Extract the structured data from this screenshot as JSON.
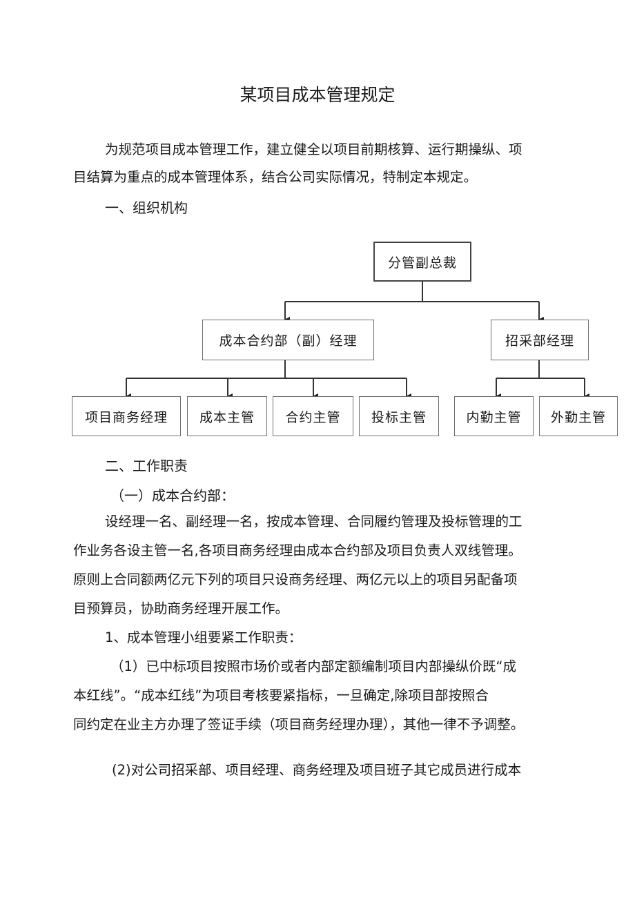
{
  "title": "某项目成本管理规定",
  "intro": {
    "line1": "为规范项目成本管理工作，建立健全以项目前期核算、运行期操纵、项",
    "line2": "目结算为重点的成本管理体系，结合公司实际情况，特制定本规定。"
  },
  "section1": {
    "heading": "一、组织机构"
  },
  "org_chart": {
    "root": "分管副总裁",
    "level2": {
      "left": "成本合约部（副）经理",
      "right": "招采部经理"
    },
    "level3": {
      "n1": "项目商务经理",
      "n2": "成本主管",
      "n3": "合约主管",
      "n4": "投标主管",
      "n5": "内勤主管",
      "n6": "外勤主管"
    }
  },
  "section2": {
    "heading": "二、工作职责",
    "sub1": "（一）成本合约部：",
    "para1": {
      "line1": "设经理一名、副经理一名，按成本管理、合同履约管理及投标管理的工",
      "line2": "作业务各设主管一名,各项目商务经理由成本合约部及项目负责人双线管理。",
      "line3": "原则上合同额两亿元下列的项目只设商务经理、两亿元以上的项目另配备项",
      "line4": "目预算员，协助商务经理开展工作。"
    },
    "item1": "1、成本管理小组要紧工作职责：",
    "item1_1": {
      "line1": "（1）已中标项目按照市场价或者内部定额编制项目内部操纵价既“成",
      "line2": "本红线”。“成本红线”为项目考核要紧指标，一旦确定,除项目部按照合",
      "line3": "同约定在业主方办理了签证手续（项目商务经理办理），其他一律不予调整。"
    },
    "item1_2": {
      "line1": "(2)对公司招采部、项目经理、商务经理及项目班子其它成员进行成本"
    }
  }
}
